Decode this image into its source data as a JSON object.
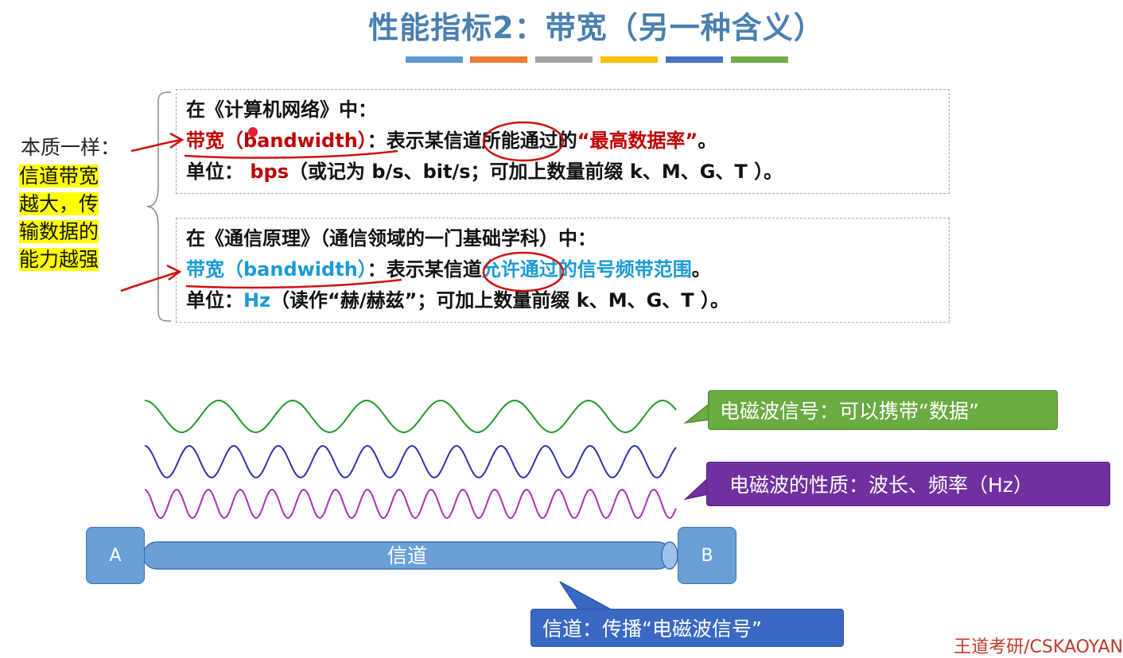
{
  "title": "性能指标2：带宽（另一种含义）",
  "color_bars": [
    "#5b9bd5",
    "#ed7d31",
    "#a5a5a5",
    "#ffc000",
    "#4472c4",
    "#70ad47"
  ],
  "left": {
    "label": "本质一样：",
    "highlight_lines": [
      "信道带宽",
      "越大，传",
      "输数据的",
      "能力越强"
    ]
  },
  "box1": {
    "heading": "在《计算机网络》中：",
    "term": "带宽（bandwidth）",
    "mid": "：表示某信道所能通过的",
    "quote": "“最高数据率”",
    "end": "。",
    "unit_prefix": "单位：",
    "unit_value": "bps",
    "unit_rest": "（或记为 b/s、bit/s；可加上数量前缀 k、M、G、T ）。"
  },
  "box2": {
    "heading": "在《通信原理》（通信领域的一门基础学科）中：",
    "term": "带宽（bandwidth）",
    "mid": "：表示某信道",
    "highlight": "允许通过的信号频带范围",
    "end": "。",
    "unit_prefix": "单位：",
    "unit_value": "Hz",
    "unit_rest": "（读作“赫/赫兹”；可加上数量前缀 k、M、G、T ）。"
  },
  "diagram": {
    "node_a": "A",
    "node_b": "B",
    "channel": "信道",
    "bubble_green": "电磁波信号：可以携带“数据”",
    "bubble_purple": "电磁波的性质：波长、频率（Hz）",
    "bubble_navy": "信道：传播“电磁波信号”",
    "wave_colors": [
      "#1e9a2c",
      "#3030b0",
      "#b030b0"
    ]
  },
  "footer": "王道考研/CSKAOYAN"
}
